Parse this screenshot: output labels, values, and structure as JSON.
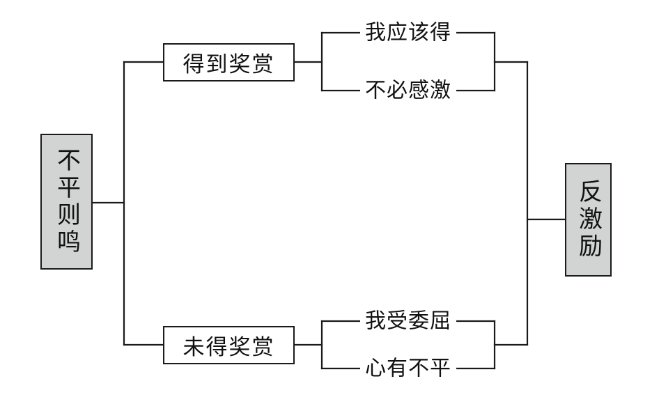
{
  "diagram": {
    "type": "flowchart",
    "orientation": "left-to-right",
    "title_text": "",
    "colors": {
      "terminal_fill": "#d2d4d4",
      "process_fill": "#ffffff",
      "stroke": "#1a1a1a",
      "text": "#111111",
      "background": "#ffffff"
    },
    "nodes": {
      "source": {
        "label": "不平则鸣",
        "shape": "rect-vertical-text",
        "fill": "terminal"
      },
      "branch_top": {
        "label": "得到奖赏",
        "shape": "rect",
        "fill": "process"
      },
      "branch_bottom": {
        "label": "未得奖赏",
        "shape": "rect",
        "fill": "process"
      },
      "outcome": {
        "label": "反激励",
        "shape": "rect-vertical-text",
        "fill": "terminal"
      }
    },
    "edge_labels": [
      {
        "id": "top-upper",
        "text": "我应该得",
        "group": "得到奖赏"
      },
      {
        "id": "top-lower",
        "text": "不必感激",
        "group": "得到奖赏"
      },
      {
        "id": "bottom-upper",
        "text": "我受委屈",
        "group": "未得奖赏"
      },
      {
        "id": "bottom-lower",
        "text": "心有不平",
        "group": "未得奖赏"
      }
    ],
    "flow_description": [
      "不平则鸣 → 得到奖赏 → 我应该得 / 不必感激 → 反激励",
      "不平则鸣 → 未得奖赏 → 我受委屈 / 心有不平 → 反激励"
    ]
  }
}
